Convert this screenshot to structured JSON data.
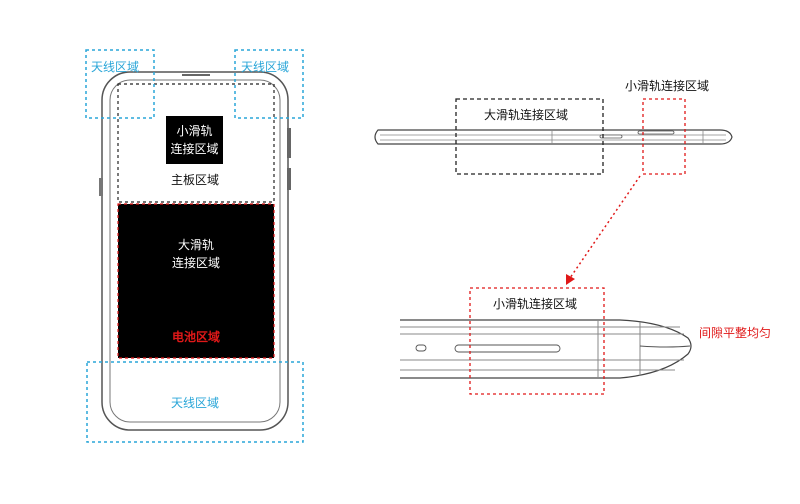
{
  "labels": {
    "antenna_top_left": "天线区域",
    "antenna_top_right": "天线区域",
    "antenna_bottom": "天线区域",
    "small_rail_front_line1": "小滑轨",
    "small_rail_front_line2": "连接区域",
    "mainboard": "主板区域",
    "large_rail_front_line1": "大滑轨",
    "large_rail_front_line2": "连接区域",
    "battery": "电池区域",
    "large_rail_side": "大滑轨连接区域",
    "small_rail_side": "小滑轨连接区域",
    "small_rail_detail": "小滑轨连接区域",
    "gap_note": "间隙平整均匀"
  },
  "colors": {
    "antenna_outline": "#2aa6d8",
    "highlight_red": "#e01818",
    "dark_fill": "#000000",
    "line": "#555555"
  }
}
